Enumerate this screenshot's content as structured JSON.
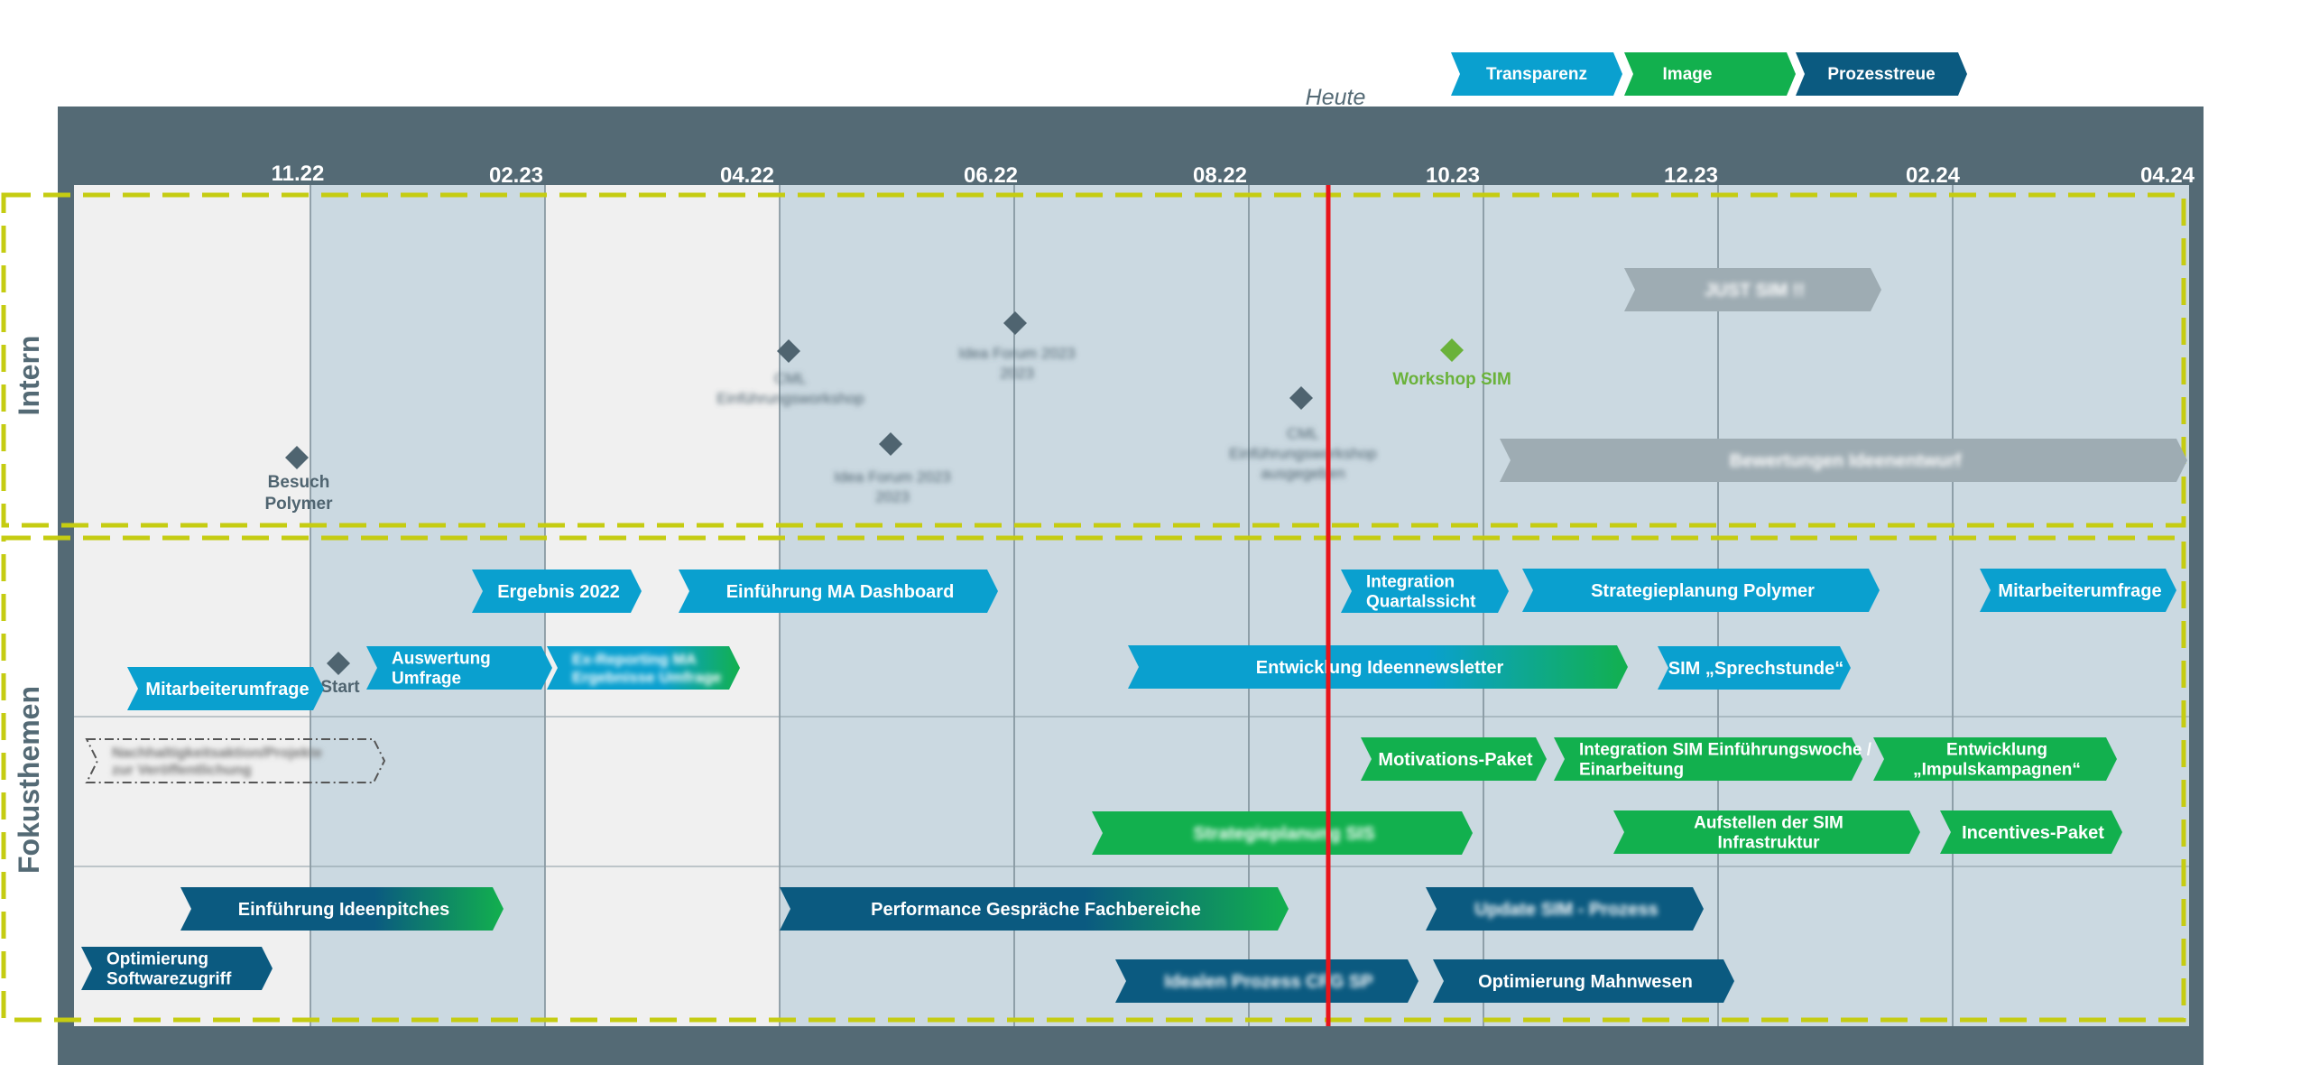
{
  "colors": {
    "frame": "#546a75",
    "cell_light": "#f0f0f0",
    "cell_blue": "#cbd9e1",
    "dashed_border": "#c5cc12",
    "today_line": "#e8141b",
    "blue": "#0aa0cf",
    "green": "#12b04e",
    "navy": "#0b5a80",
    "grey_bar": "#9eacb3",
    "diamond": "#4f6470",
    "diamond_green": "#6ab23a",
    "milestone_text": "#4f6470",
    "axis_text": "#ffffff",
    "section_text": "#546a75"
  },
  "legend": [
    {
      "label": "Transparenz",
      "color": "#0aa0cf"
    },
    {
      "label": "Image",
      "color": "#12b04e"
    },
    {
      "label": "Prozesstreue",
      "color": "#0b5a80"
    }
  ],
  "today_label": "Heute",
  "sections": {
    "intern": "Intern",
    "fokus": "Fokusthemen"
  },
  "axis_ticks": [
    "11.22",
    "02.23",
    "04.22",
    "06.22",
    "08.22",
    "10.23",
    "12.23",
    "02.24",
    "04.24"
  ],
  "milestones": [
    {
      "lines": [
        "Besuch",
        "Polymer"
      ],
      "color": "diamond",
      "blurred": false
    },
    {
      "lines": [
        "Start"
      ],
      "color": "diamond",
      "blurred": false
    },
    {
      "lines": [
        "Workshop SIM"
      ],
      "color": "diamond_green",
      "blurred": false
    },
    {
      "lines": [
        "CML",
        "Einführungsworkshop"
      ],
      "color": "diamond",
      "blurred": true
    },
    {
      "lines": [
        "Idea Forum 2023",
        "2023"
      ],
      "color": "diamond",
      "blurred": true
    },
    {
      "lines": [
        "Idea Forum 2023",
        "2023"
      ],
      "color": "diamond",
      "blurred": true
    },
    {
      "lines": [
        "CML",
        "Einführungsworkshop",
        "ausgegeben"
      ],
      "color": "diamond",
      "blurred": true
    }
  ],
  "bars": [
    {
      "lines": [
        "JUST SIM !!"
      ],
      "style": "grey",
      "blurred": true
    },
    {
      "lines": [
        "Bewertungen Ideenentwurf"
      ],
      "style": "grey",
      "blurred": true
    },
    {
      "lines": [
        "Ergebnis 2022"
      ],
      "style": "blue",
      "blurred": false
    },
    {
      "lines": [
        "Einführung MA Dashboard"
      ],
      "style": "blue",
      "blurred": false
    },
    {
      "lines": [
        "Integration",
        "Quartalssicht"
      ],
      "style": "blue",
      "blurred": false
    },
    {
      "lines": [
        "Strategieplanung Polymer"
      ],
      "style": "blue",
      "blurred": false
    },
    {
      "lines": [
        "Mitarbeiterumfrage"
      ],
      "style": "blue",
      "blurred": false
    },
    {
      "lines": [
        "Mitarbeiterumfrage"
      ],
      "style": "blue",
      "blurred": false
    },
    {
      "lines": [
        "Auswertung",
        "Umfrage"
      ],
      "style": "blue",
      "blurred": false
    },
    {
      "lines": [
        "Ex-Reporting MA",
        "Ergebnisse Umfrage"
      ],
      "style": "blue-green",
      "blurred": true
    },
    {
      "lines": [
        "Entwicklung Ideennewsletter"
      ],
      "style": "blue-green",
      "blurred": false
    },
    {
      "lines": [
        "SIM „Sprechstunde“"
      ],
      "style": "blue",
      "blurred": false
    },
    {
      "lines": [
        "Nachhaltigkeitsaktion/Projekte",
        "zur Veröffentlichung"
      ],
      "style": "outline",
      "blurred": true
    },
    {
      "lines": [
        "Motivations-Paket"
      ],
      "style": "green",
      "blurred": false
    },
    {
      "lines": [
        "Integration SIM Einführungswoche /",
        "Einarbeitung"
      ],
      "style": "green",
      "blurred": false
    },
    {
      "lines": [
        "Entwicklung",
        "„Impulskampagnen“"
      ],
      "style": "green",
      "blurred": false
    },
    {
      "lines": [
        "Strategieplanung SIS"
      ],
      "style": "green",
      "blurred": true
    },
    {
      "lines": [
        "Aufstellen der SIM",
        "Infrastruktur"
      ],
      "style": "green",
      "blurred": false
    },
    {
      "lines": [
        "Incentives-Paket"
      ],
      "style": "green",
      "blurred": false
    },
    {
      "lines": [
        "Einführung Ideenpitches"
      ],
      "style": "navy-green",
      "blurred": false
    },
    {
      "lines": [
        "Performance Gespräche Fachbereiche"
      ],
      "style": "navy-green",
      "blurred": false
    },
    {
      "lines": [
        "Update SIM - Prozess"
      ],
      "style": "navy",
      "blurred": true
    },
    {
      "lines": [
        "Optimierung",
        "Softwarezugriff"
      ],
      "style": "navy",
      "blurred": false
    },
    {
      "lines": [
        "Idealen Prozess CFG SP"
      ],
      "style": "navy",
      "blurred": true
    },
    {
      "lines": [
        "Optimierung  Mahnwesen"
      ],
      "style": "navy",
      "blurred": false
    }
  ]
}
